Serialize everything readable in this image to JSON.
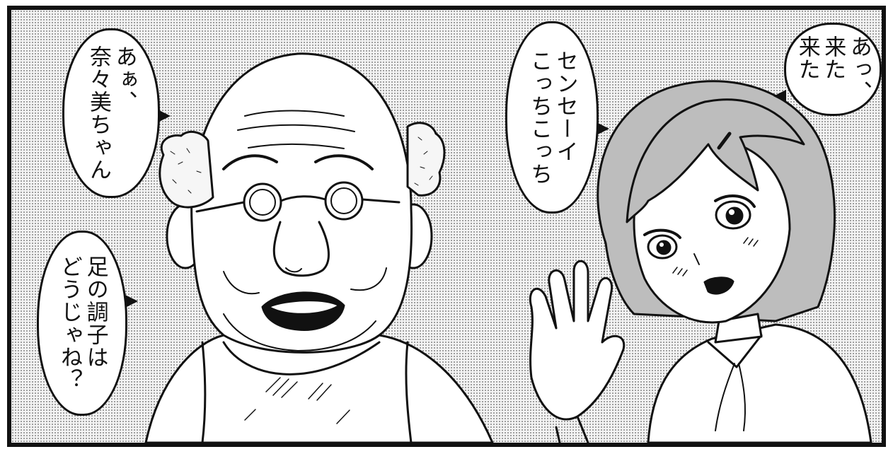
{
  "bubbles": {
    "old_man_greeting": "あぁ、\n奈々美ちゃん",
    "old_man_question": "足の調子は\nどうじゃね？",
    "girl_call": "センセーイ\nこっちこっち",
    "girl_arrived": "あっ、\n来た\n来た"
  },
  "colors": {
    "ink": "#111111",
    "screentone": "#8a8a8a",
    "paper": "#ffffff"
  }
}
